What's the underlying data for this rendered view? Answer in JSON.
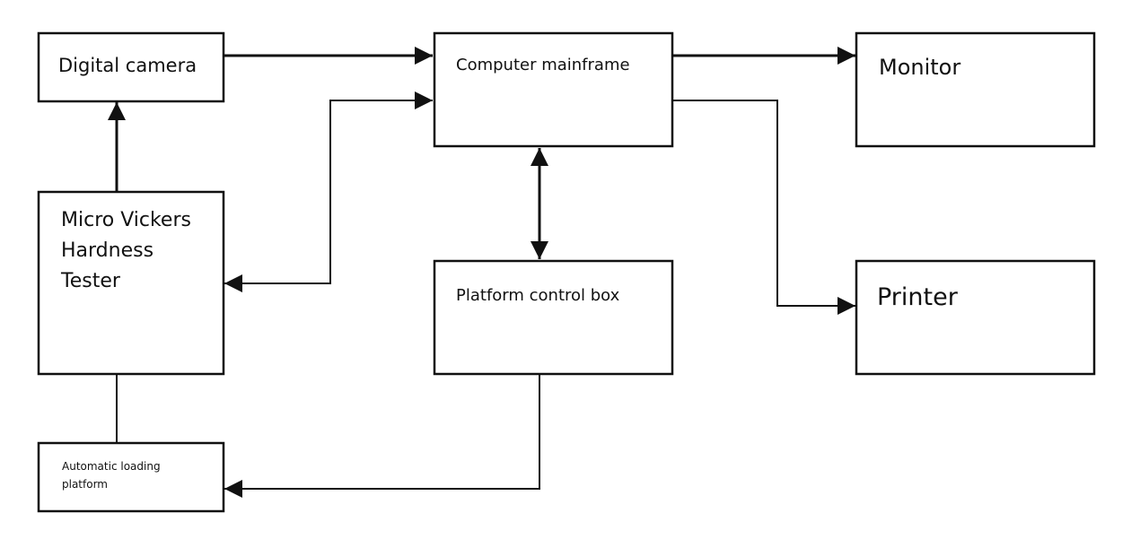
{
  "diagram": {
    "nodes": {
      "digital_camera": {
        "label": "Digital camera"
      },
      "computer_mainframe": {
        "label": "Computer mainframe"
      },
      "monitor": {
        "label": "Monitor"
      },
      "micro_vickers": {
        "lines": [
          "Micro Vickers",
          "Hardness",
          "Tester"
        ]
      },
      "platform_control_box": {
        "label": "Platform control box"
      },
      "printer": {
        "label": "Printer"
      },
      "automatic_loading_platform": {
        "lines": [
          "Automatic loading",
          "platform"
        ]
      }
    },
    "edges": [
      {
        "from": "digital_camera",
        "to": "computer_mainframe",
        "direction": "one-way"
      },
      {
        "from": "micro_vickers",
        "to": "computer_mainframe",
        "direction": "two-way"
      },
      {
        "from": "computer_mainframe",
        "to": "monitor",
        "direction": "one-way"
      },
      {
        "from": "computer_mainframe",
        "to": "printer",
        "direction": "one-way"
      },
      {
        "from": "computer_mainframe",
        "to": "platform_control_box",
        "direction": "two-way"
      },
      {
        "from": "micro_vickers",
        "to": "digital_camera",
        "direction": "one-way"
      },
      {
        "from": "platform_control_box",
        "to": "automatic_loading_platform",
        "direction": "one-way"
      },
      {
        "from": "micro_vickers",
        "to": "automatic_loading_platform",
        "direction": "none"
      }
    ]
  }
}
